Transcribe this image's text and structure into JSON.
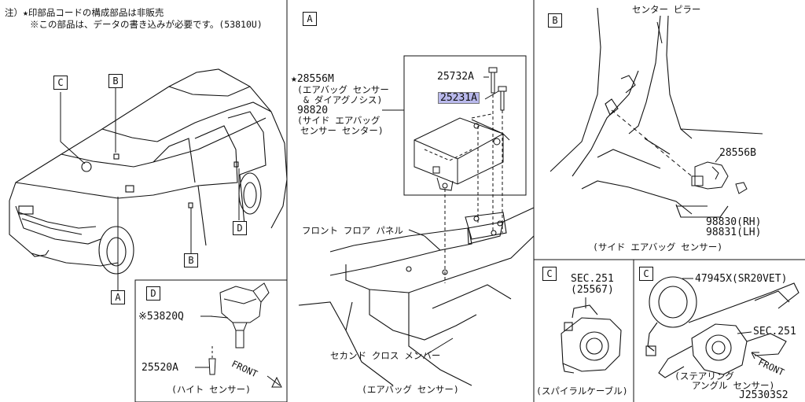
{
  "notes": {
    "line1": "注）★印部品コードの構成部品は非販売",
    "line2": "※この部品は、データの書き込みが必要です。(53810U)"
  },
  "overview": {
    "callout_c": "C",
    "callout_b_top": "B",
    "callout_d": "D",
    "callout_b_bottom": "B",
    "callout_a": "A"
  },
  "panel_d": {
    "letter": "D",
    "part1": "※53820Q",
    "part2": "25520A",
    "front": "FRONT",
    "caption": "(ハイト センサー)"
  },
  "panel_a": {
    "letter": "A",
    "main_part": "★28556M",
    "desc1": "(エアバッグ センサー",
    "desc2": "& ダイアグノシス)",
    "part_98820": "98820",
    "desc3": "(サイド エアバッグ",
    "desc4": "センサー センター)",
    "bolt_top": "25732A",
    "bolt_highlight": "25231A",
    "floor_panel": "フロント フロア パネル",
    "cross_member": "セカンド クロス メンバー",
    "caption": "(エアバッグ センサー)"
  },
  "panel_b": {
    "letter": "B",
    "pillar": "センター ピラー",
    "part": "28556B",
    "rh": "98830(RH)",
    "lh": "98831(LH)",
    "caption": "(サイド エアバッグ センサー)"
  },
  "panel_c1": {
    "letter": "C",
    "sec": "SEC.251",
    "ref": "(25567)",
    "caption": "(スパイラルケーブル)"
  },
  "panel_c2": {
    "letter": "C",
    "part": "47945X(SR20VET)",
    "sec": "SEC.251",
    "front": "FRONT",
    "cap1": "(ステアリング",
    "cap2": "アングル センサー)",
    "drawing_no": "J25303S2"
  }
}
